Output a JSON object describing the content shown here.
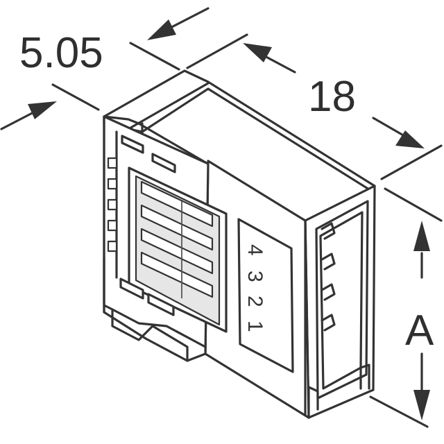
{
  "diagram": {
    "dimensions": {
      "depth": "5.05",
      "length": "18",
      "height": "A"
    },
    "pin_labels": [
      "4",
      "3",
      "2",
      "1"
    ]
  },
  "colors": {
    "line": "#333333",
    "background": "#ffffff",
    "window_fill": "#e6e6e6"
  }
}
